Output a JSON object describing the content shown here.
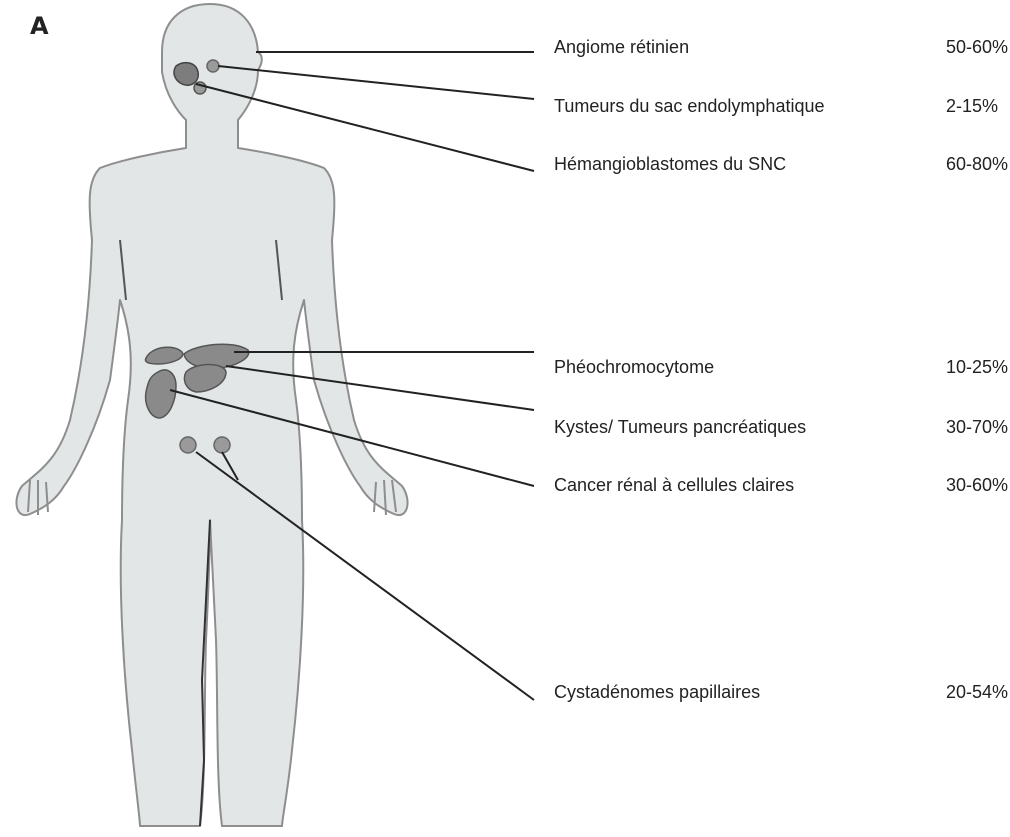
{
  "panel_letter": "A",
  "colors": {
    "body_fill": "#e2e6e6",
    "body_outline": "#8e8e8e",
    "organ_fill": "#8a8a8a",
    "leader_line": "#222222",
    "text": "#222222"
  },
  "annotations": [
    {
      "label": "Angiome rétinien",
      "percent": "50-60%",
      "organ": "eye"
    },
    {
      "label": "Tumeurs du sac endolymphatique",
      "percent": "2-15%",
      "organ": "inner-ear"
    },
    {
      "label": "Hémangioblastomes du SNC",
      "percent": "60-80%",
      "organ": "cerebellum"
    },
    {
      "label": "Phéochromocytome",
      "percent": "10-25%",
      "organ": "adrenal"
    },
    {
      "label": "Kystes/ Tumeurs pancréatiques",
      "percent": "30-70%",
      "organ": "pancreas"
    },
    {
      "label": "Cancer rénal à cellules claires",
      "percent": "30-60%",
      "organ": "kidney"
    },
    {
      "label": "Cystadénomes papillaires",
      "percent": "20-54%",
      "organ": "epididymis"
    }
  ]
}
